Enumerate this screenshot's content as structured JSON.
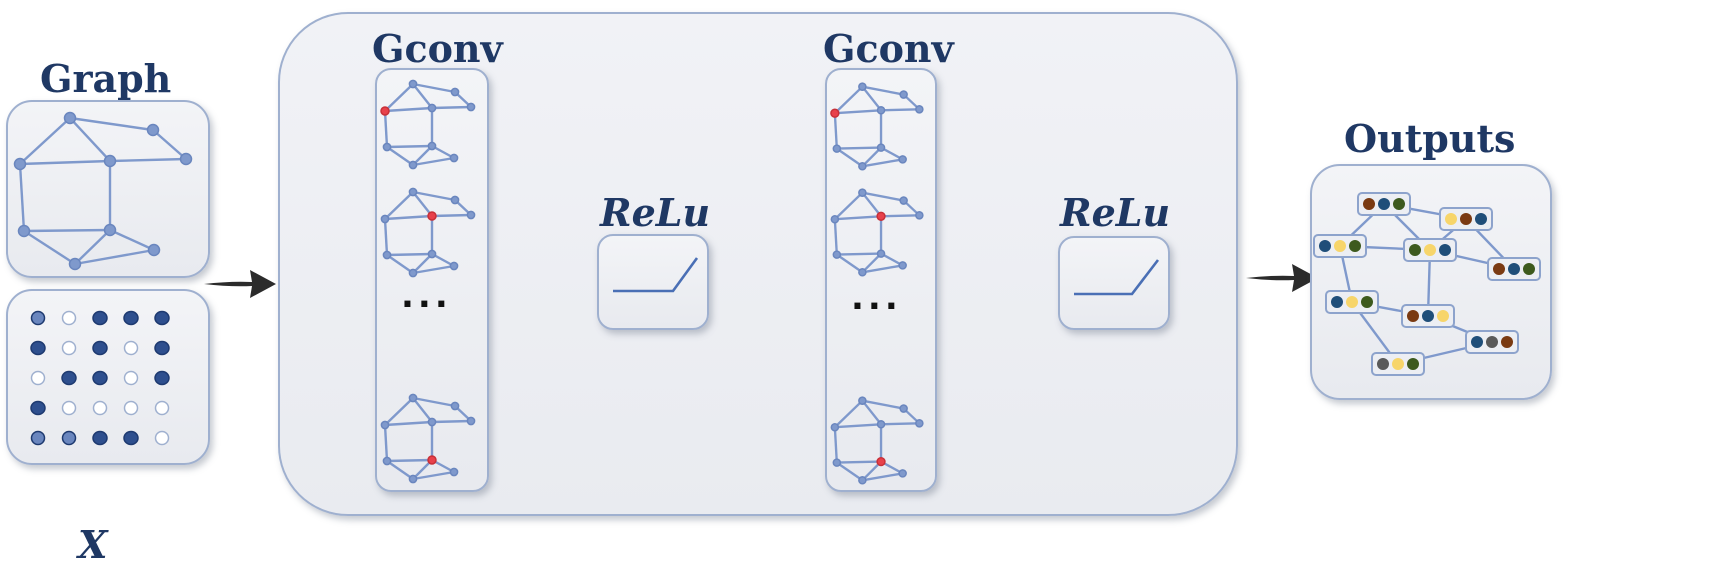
{
  "labels": {
    "graph": "Graph",
    "x": "X",
    "gconv1": "Gconv",
    "relu1": "ReLu",
    "gconv2": "Gconv",
    "relu2": "ReLu",
    "outputs": "Outputs",
    "ellipsis1": "...",
    "ellipsis2": "..."
  },
  "colors": {
    "title_text": "#1f3864",
    "edge": "#7f99cc",
    "highlight_node": "#e8414b",
    "panel_border": "#9fb0cf",
    "arrow": "#2b2b2b"
  },
  "feature_matrix": [
    [
      "mid",
      "light",
      "dark",
      "dark",
      "dark"
    ],
    [
      "dark",
      "light",
      "dark",
      "light",
      "dark"
    ],
    [
      "light",
      "dark",
      "dark",
      "light",
      "dark"
    ],
    [
      "dark",
      "light",
      "light",
      "light",
      "light"
    ],
    [
      "mid",
      "mid",
      "dark",
      "dark",
      "light"
    ]
  ],
  "outputs_features": [
    [
      "brown",
      "navy",
      "green"
    ],
    [
      "yellow",
      "brown",
      "navy"
    ],
    [
      "navy",
      "yellow",
      "green"
    ],
    [
      "green",
      "yellow",
      "navy"
    ],
    [
      "brown",
      "navy",
      "green"
    ],
    [
      "navy",
      "yellow",
      "green"
    ],
    [
      "brown",
      "navy",
      "yellow"
    ],
    [
      "navy",
      "gray",
      "brown"
    ],
    [
      "gray",
      "yellow",
      "green"
    ]
  ],
  "feature_colors": {
    "dark": "#2e4f8e",
    "mid": "#6a86be",
    "light": "#ffffff",
    "brown": "#7a3a12",
    "navy": "#1f4e79",
    "green": "#3d5a1e",
    "yellow": "#f7d56a",
    "gray": "#5a5a5a"
  }
}
